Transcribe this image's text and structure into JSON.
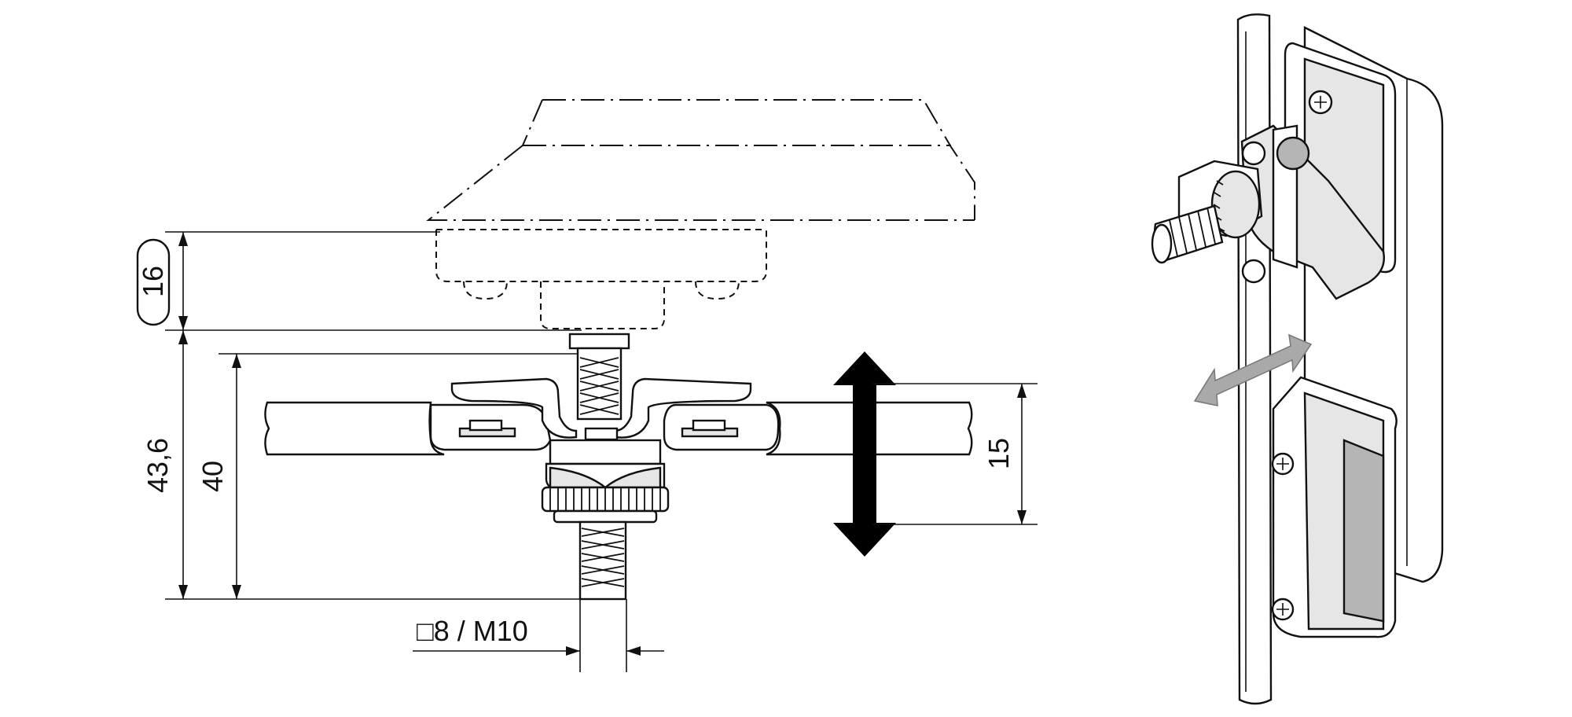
{
  "dimensions": {
    "d16": "16",
    "d43_6": "43,6",
    "d40": "40",
    "d15": "15",
    "square_thread": "□8 / M10"
  },
  "colors": {
    "line": "#111111",
    "arrow_fill": "#000000",
    "shade_light": "#e6e6e6",
    "shade_dark": "#b5b5b5",
    "grey_arrow": "#a9a9a9"
  },
  "icons": {
    "adjust_arrow": "double-arrow-vertical",
    "direction_arrow": "double-arrow-diagonal-grey"
  }
}
